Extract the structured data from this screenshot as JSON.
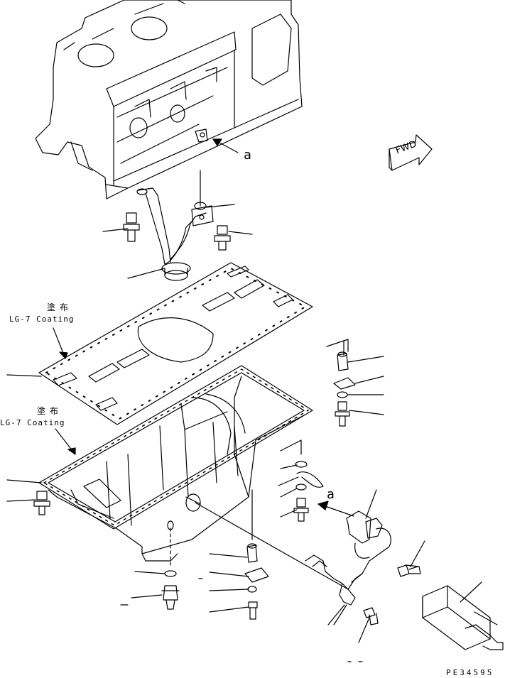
{
  "coating_callouts": [
    {
      "jp": "塗布",
      "en": "LG-7 Coating"
    },
    {
      "jp": "塗布",
      "en": "LG-7 Coating"
    }
  ],
  "view_markers": {
    "upper": "a",
    "lower": "a"
  },
  "direction_arrow": {
    "text": "FWD"
  },
  "drawing_code": "PE34595",
  "colors": {
    "ink": "#000000",
    "paper": "#ffffff"
  }
}
